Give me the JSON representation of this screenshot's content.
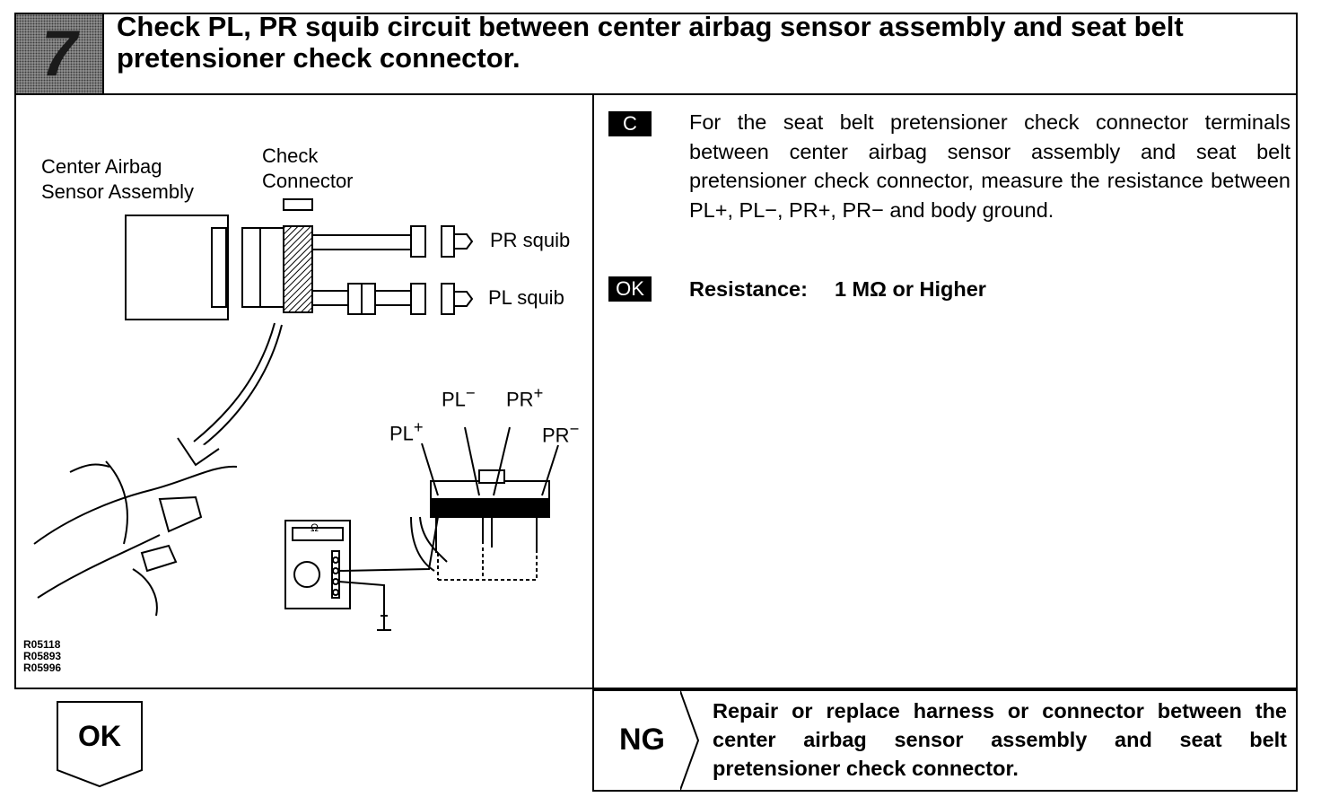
{
  "step": {
    "number": "7",
    "title": "Check PL, PR squib circuit between center airbag sensor assembly and seat belt pretensioner check connector."
  },
  "diagram": {
    "labels": {
      "sensor_line1": "Center Airbag",
      "sensor_line2": "Sensor Assembly",
      "check_line1": "Check",
      "check_line2": "Connector",
      "pr_squib": "PR squib",
      "pl_squib": "PL squib",
      "pl_minus": "PL",
      "pr_plus": "PR",
      "pl_plus": "PL",
      "pr_minus": "PR",
      "ohm": "Ω"
    },
    "codes": [
      "R05118",
      "R05893",
      "R05996"
    ]
  },
  "instruction": {
    "tag": "C",
    "text": "For the seat belt pretensioner check connector terminals between center airbag sensor assembly and seat belt pretensioner check connector, measure the resistance between PL+, PL−, PR+, PR− and body ground."
  },
  "result": {
    "tag": "OK",
    "label": "Resistance:",
    "value": "1 MΩ or Higher"
  },
  "outcomes": {
    "ok_label": "OK",
    "ng_label": "NG",
    "ng_text": "Repair or replace harness or connector between the center airbag sensor assembly and seat belt pretensioner check connector."
  }
}
